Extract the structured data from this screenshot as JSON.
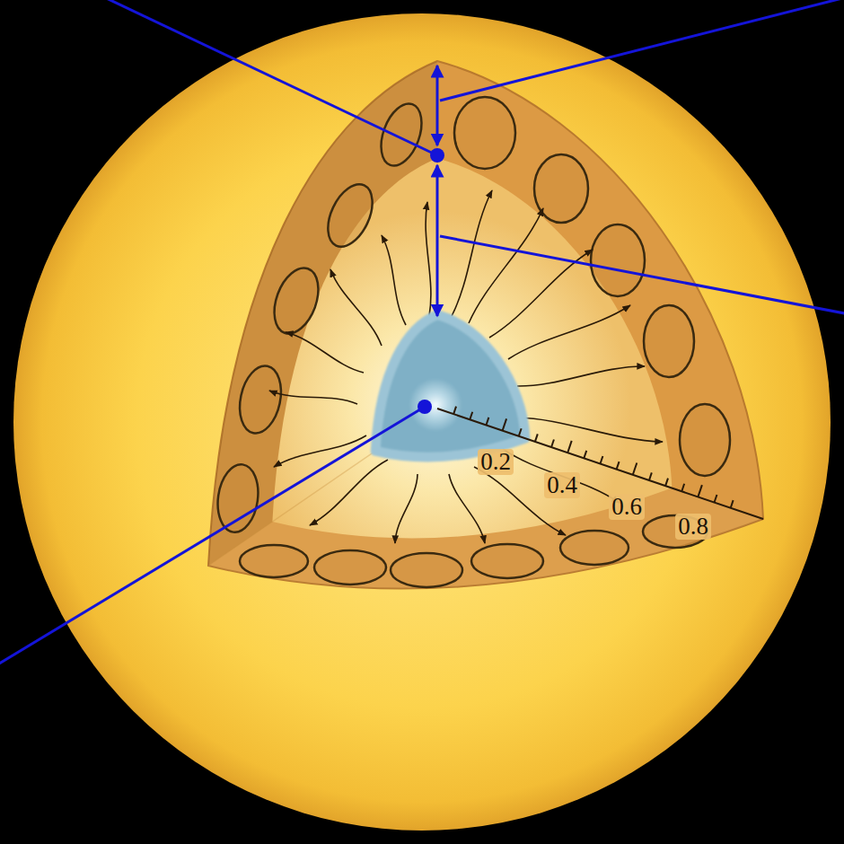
{
  "diagram": {
    "labels": [
      "0.2",
      "0.4",
      "0.6",
      "0.8"
    ]
  }
}
